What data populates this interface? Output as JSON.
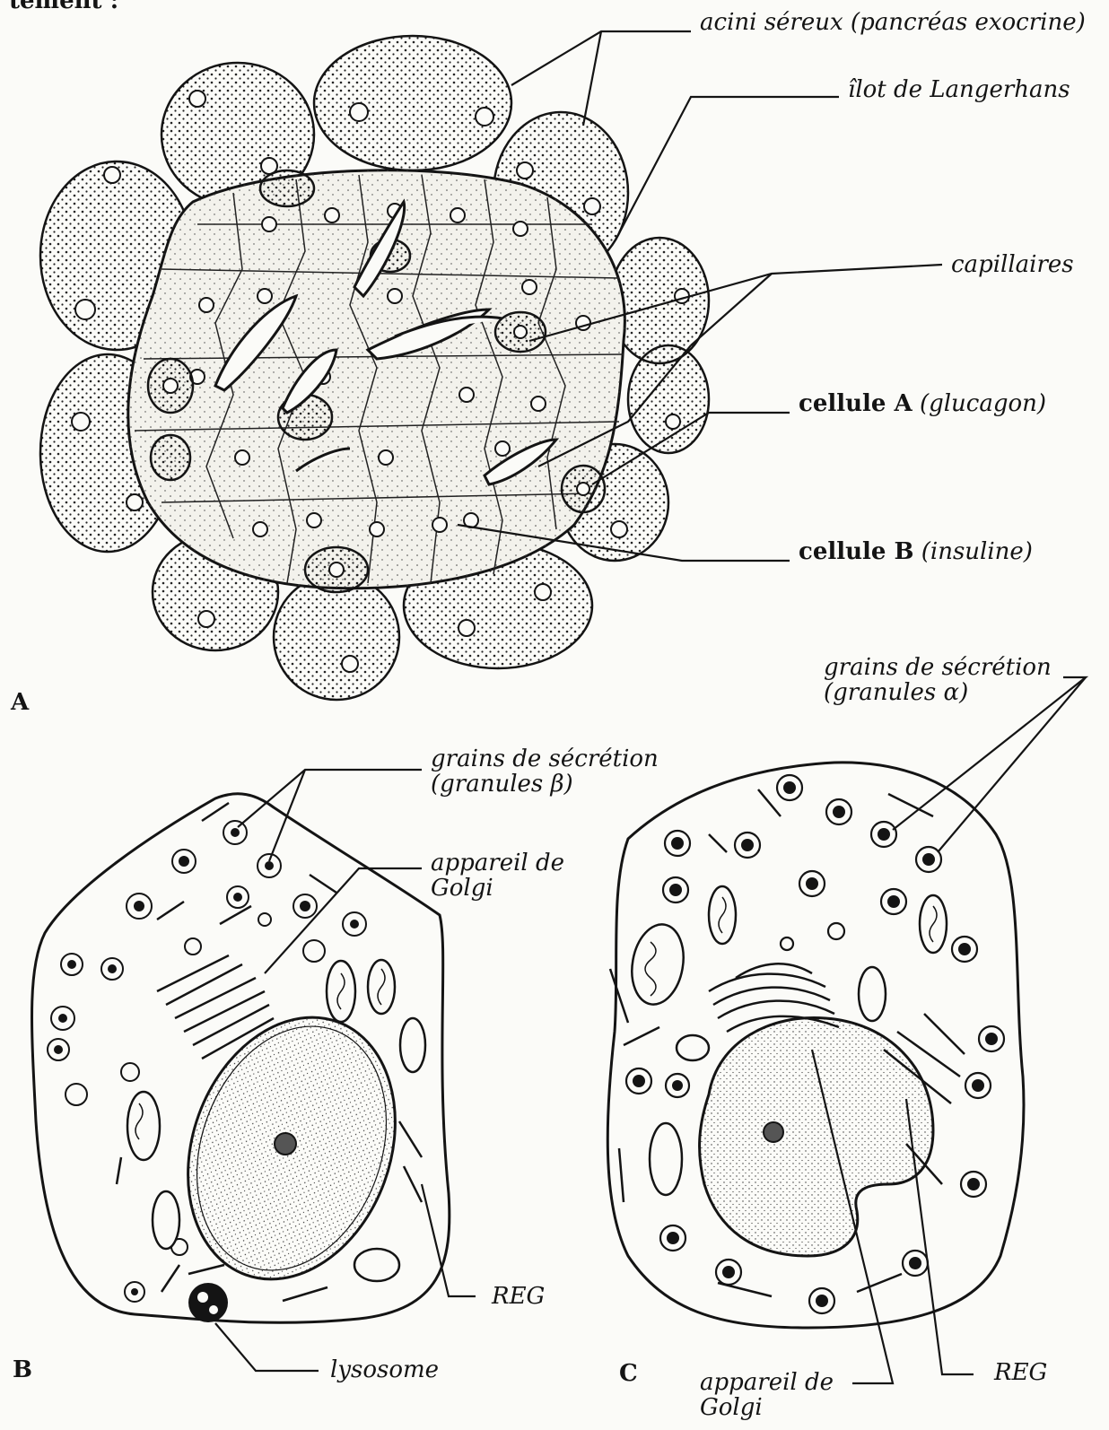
{
  "header_fragment": "tement :",
  "panels": {
    "A": "A",
    "B": "B",
    "C": "C"
  },
  "labels_A": {
    "acini": "acini séreux (pancréas exocrine)",
    "ilot": "îlot de Langerhans",
    "capillaires": "capillaires",
    "cellA_name": "cellule A",
    "cellA_hormone": "(glucagon)",
    "cellB_name": "cellule B",
    "cellB_hormone": "(insuline)"
  },
  "labels_B": {
    "grains_line1": "grains de sécrétion",
    "grains_line2": "(granules β)",
    "golgi_line1": "appareil de",
    "golgi_line2": "Golgi",
    "reg": "REG",
    "lysosome": "lysosome"
  },
  "labels_C": {
    "grains_line1": "grains de sécrétion",
    "grains_line2": "(granules α)",
    "golgi_line1": "appareil de",
    "golgi_line2": "Golgi",
    "reg": "REG"
  },
  "colors": {
    "ink": "#141414",
    "paper": "#fbfbf8",
    "islet_fill": "#f3f2ec",
    "acinus_fill": "#e9e7df"
  }
}
